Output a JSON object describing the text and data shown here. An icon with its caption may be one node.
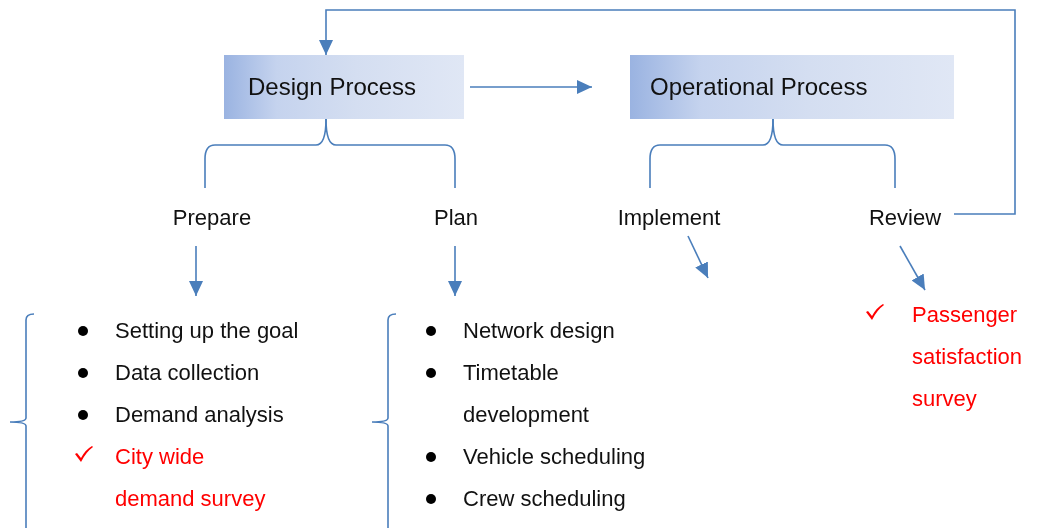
{
  "diagram": {
    "nodes": [
      {
        "text": [
          "Design Process"
        ]
      },
      {
        "text": [
          "Operational Process"
        ]
      },
      {
        "text": [
          "Prepare"
        ]
      },
      {
        "text": [
          "Plan"
        ]
      },
      {
        "text": [
          "Implement"
        ]
      },
      {
        "text": [
          "Review"
        ]
      },
      {
        "text": [
          "Setting up the goal",
          "Data collection",
          "Demand analysis",
          "City wide demand survey"
        ]
      },
      {
        "text": [
          "Network design",
          "Timetable development",
          "Vehicle scheduling",
          "Crew scheduling"
        ]
      },
      {
        "text": [
          "Passenger satisfaction survey"
        ]
      }
    ],
    "edges": [
      {
        "from": 0,
        "to": 1,
        "arrow": "to"
      },
      {
        "from": 5,
        "to": 0,
        "arrow": "to"
      },
      {
        "from": 0,
        "to": 2,
        "arrow": "none"
      },
      {
        "from": 0,
        "to": 3,
        "arrow": "none"
      },
      {
        "from": 1,
        "to": 4,
        "arrow": "none"
      },
      {
        "from": 1,
        "to": 5,
        "arrow": "none"
      },
      {
        "from": 2,
        "to": 6,
        "arrow": "to"
      },
      {
        "from": 3,
        "to": 7,
        "arrow": "to"
      },
      {
        "from": 4,
        "to": null,
        "arrow": "to"
      },
      {
        "from": 5,
        "to": 8,
        "arrow": "to"
      }
    ]
  }
}
